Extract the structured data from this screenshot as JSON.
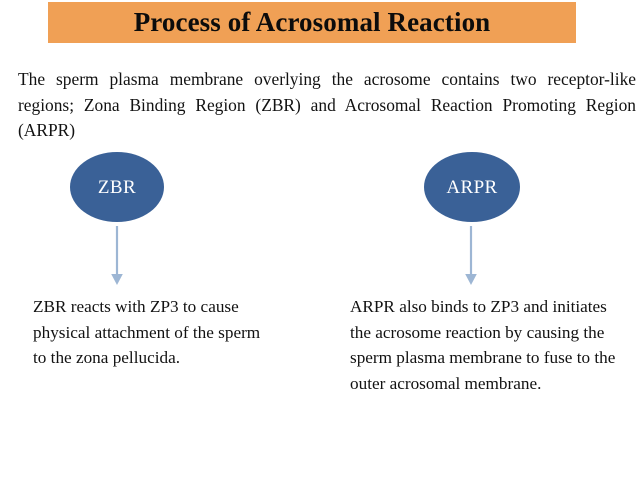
{
  "slide": {
    "title": "Process of Acrosomal Reaction",
    "intro": "The sperm plasma membrane overlying the acrosome contains two receptor-like regions; Zona Binding Region (ZBR) and Acrosomal Reaction Promoting Region (ARPR)",
    "background_color": "#FFFFFF"
  },
  "theme": {
    "banner_color": "#F0A055",
    "node_color": "#3A6197",
    "node_text_color": "#FFFFFF",
    "arrow_color": "#9DB6D4",
    "body_text_color": "#121212"
  },
  "nodes": [
    {
      "id": "zbr",
      "label": "ZBR",
      "arrow_icon": "down-arrow-icon",
      "description": "ZBR reacts with ZP3 to cause physical attachment of the sperm to the zona pellucida."
    },
    {
      "id": "arpr",
      "label": "ARPR",
      "arrow_icon": "down-arrow-icon",
      "description": "ARPR also binds to ZP3 and initiates the acrosome reaction by causing the sperm plasma membrane to fuse to the outer acrosomal membrane."
    }
  ]
}
